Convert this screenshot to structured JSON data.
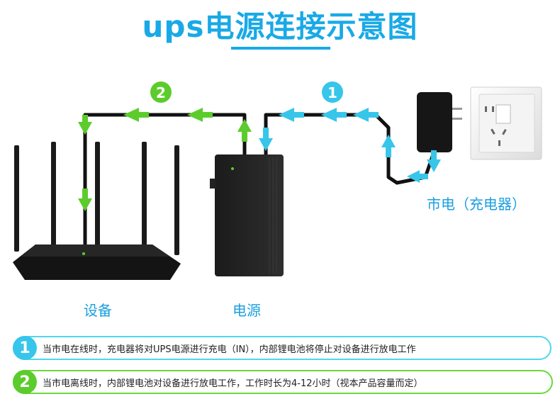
{
  "title": "ups电源连接示意图",
  "labels": {
    "device": "设备",
    "power": "电源",
    "mains": "市电（充电器）"
  },
  "steps": [
    {
      "num": "1",
      "text": "当市电在线时，充电器将对UPS电源进行充电（IN），内部锂电池将停止对设备进行放电工作",
      "color": "#37c6ea"
    },
    {
      "num": "2",
      "text": "当市电离线时，内部锂电池对设备进行放电工作，工作时长为4-12小时（视本产品容量而定）",
      "color": "#5ccc2c"
    }
  ],
  "colors": {
    "accent": "#19a9e6",
    "flow_in": "#37c6ea",
    "flow_out": "#5ccc2c",
    "cable": "#111111"
  }
}
